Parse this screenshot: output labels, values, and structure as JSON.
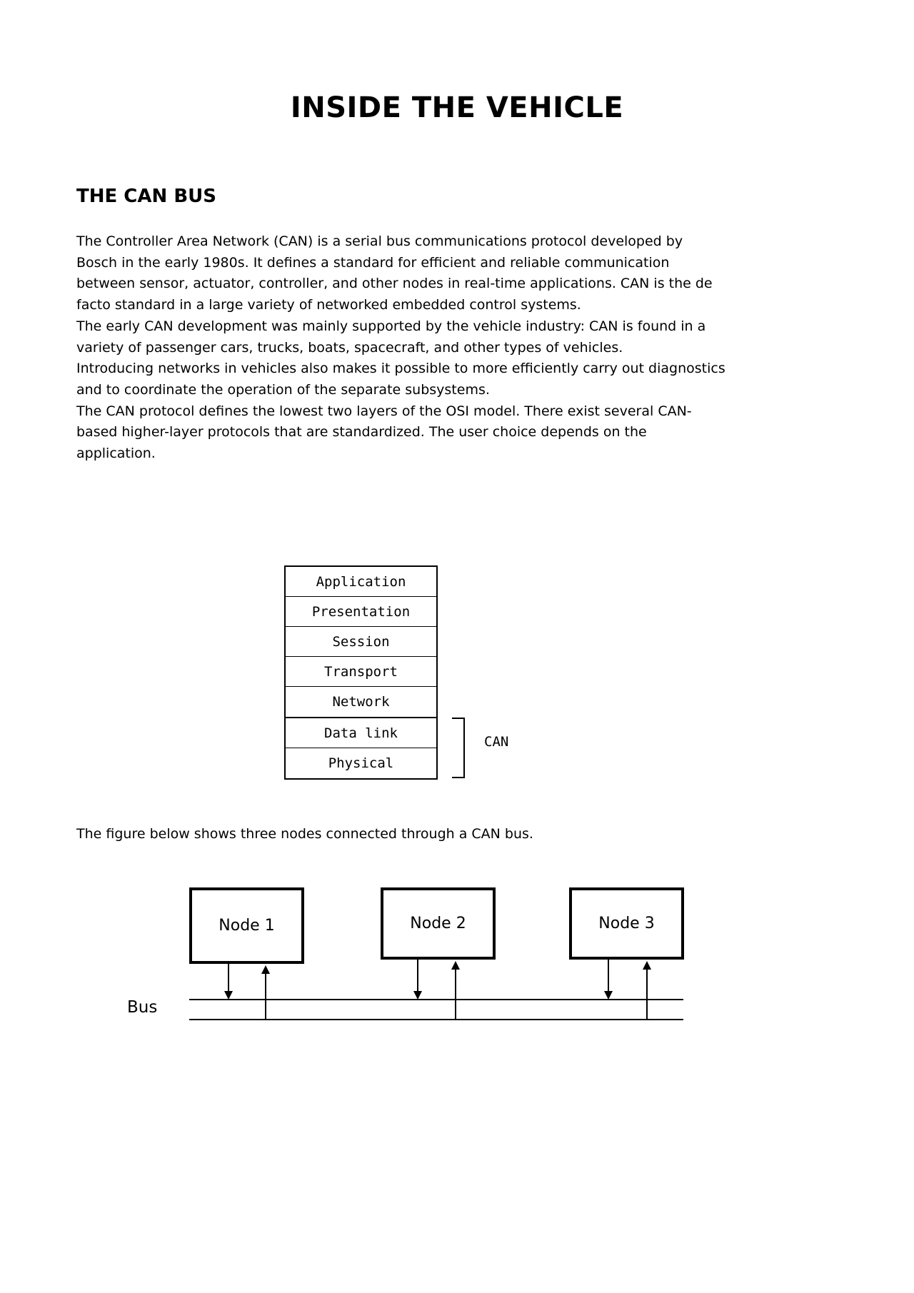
{
  "document": {
    "title": "INSIDE THE VEHICLE",
    "section_heading": "THE CAN BUS",
    "paragraphs": [
      "The Controller Area Network (CAN) is a serial bus communications protocol developed by Bosch in the early 1980s. It defines a standard for efficient and reliable communication between sensor, actuator, controller, and other nodes in real-time applications. CAN is the de facto standard in a large variety of networked embedded control systems.",
      "The early CAN development was mainly supported by the vehicle industry: CAN is found in a variety of passenger cars, trucks, boats, spacecraft, and other types of vehicles.",
      "Introducing networks in vehicles also makes it possible to more efficiently carry out diagnostics and to coordinate the operation of the separate subsystems.",
      "The CAN protocol defines the lowest two layers of the OSI model. There exist several CAN-based higher-layer protocols that are standardized. The user choice depends on the application."
    ],
    "figure_caption": "The figure below shows three nodes connected through a CAN bus."
  },
  "osi_diagram": {
    "upper_layers": [
      "Application",
      "Presentation",
      "Session",
      "Transport",
      "Network"
    ],
    "can_layers": [
      "Data link",
      "Physical"
    ],
    "bracket_label": "CAN"
  },
  "bus_diagram": {
    "nodes": [
      "Node 1",
      "Node 2",
      "Node 3"
    ],
    "bus_label": "Bus"
  }
}
